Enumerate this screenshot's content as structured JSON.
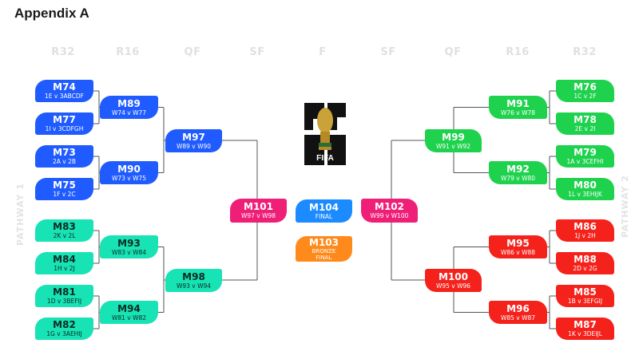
{
  "title": "Appendix A",
  "rounds_left": [
    "R32",
    "R16",
    "QF",
    "SF"
  ],
  "round_center": "F",
  "rounds_right": [
    "SF",
    "QF",
    "R16",
    "R32"
  ],
  "pathway_left": "PATHWAY 1",
  "pathway_right": "PATHWAY 2",
  "logo_text": "FIFA",
  "colors": {
    "blue": "#1f5bff",
    "teal": "#17e3b5",
    "pink": "#ef1f78",
    "final_blue": "#1b8bff",
    "orange": "#ff8a1c",
    "green": "#1ed24d",
    "red": "#f5221c",
    "line": "#555555",
    "round_label": "#e0e0e0"
  },
  "matches": [
    {
      "id": "m74",
      "code": "M74",
      "sub": "1E v 3ABCDF"
    },
    {
      "id": "m77",
      "code": "M77",
      "sub": "1I v 3CDFGH"
    },
    {
      "id": "m73",
      "code": "M73",
      "sub": "2A v 2B"
    },
    {
      "id": "m75",
      "code": "M75",
      "sub": "1F v 2C"
    },
    {
      "id": "m83",
      "code": "M83",
      "sub": "2K v 2L"
    },
    {
      "id": "m84",
      "code": "M84",
      "sub": "1H v 2J"
    },
    {
      "id": "m81",
      "code": "M81",
      "sub": "1D v 3BEFIJ"
    },
    {
      "id": "m82",
      "code": "M82",
      "sub": "1G v 3AEHIJ"
    },
    {
      "id": "m89",
      "code": "M89",
      "sub": "W74 v W77"
    },
    {
      "id": "m90",
      "code": "M90",
      "sub": "W73 v W75"
    },
    {
      "id": "m93",
      "code": "M93",
      "sub": "W83 v W84"
    },
    {
      "id": "m94",
      "code": "M94",
      "sub": "W81 v W82"
    },
    {
      "id": "m97",
      "code": "M97",
      "sub": "W89 v W90"
    },
    {
      "id": "m98",
      "code": "M98",
      "sub": "W93 v W94"
    },
    {
      "id": "m101",
      "code": "M101",
      "sub": "W97 v W98"
    },
    {
      "id": "m104",
      "code": "M104",
      "sub": "FINAL"
    },
    {
      "id": "m103",
      "code": "M103",
      "sub": "BRONZE\nFINAL"
    },
    {
      "id": "m102",
      "code": "M102",
      "sub": "W99 v W100"
    },
    {
      "id": "m99",
      "code": "M99",
      "sub": "W91 v W92"
    },
    {
      "id": "m100",
      "code": "M100",
      "sub": "W95 v W96"
    },
    {
      "id": "m91",
      "code": "M91",
      "sub": "W76 v W78"
    },
    {
      "id": "m92",
      "code": "M92",
      "sub": "W79 v W80"
    },
    {
      "id": "m95",
      "code": "M95",
      "sub": "W86 v W88"
    },
    {
      "id": "m96",
      "code": "M96",
      "sub": "W85 v W87"
    },
    {
      "id": "m76",
      "code": "M76",
      "sub": "1C v 2F"
    },
    {
      "id": "m78",
      "code": "M78",
      "sub": "2E v 2I"
    },
    {
      "id": "m79",
      "code": "M79",
      "sub": "1A v 3CEFHI"
    },
    {
      "id": "m80",
      "code": "M80",
      "sub": "1L v 3EHIJK"
    },
    {
      "id": "m86",
      "code": "M86",
      "sub": "1J v 2H"
    },
    {
      "id": "m88",
      "code": "M88",
      "sub": "2D v 2G"
    },
    {
      "id": "m85",
      "code": "M85",
      "sub": "1B v 3EFGIJ"
    },
    {
      "id": "m87",
      "code": "M87",
      "sub": "1K v 3DEIJL"
    }
  ]
}
